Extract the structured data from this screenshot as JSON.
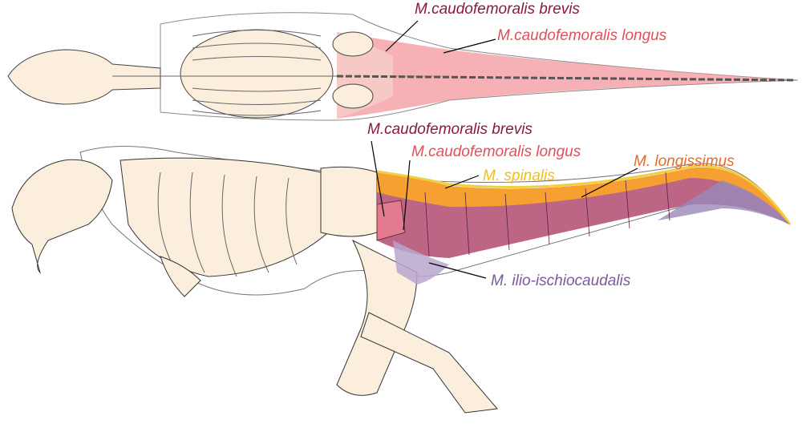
{
  "top_view": {
    "labels": {
      "brevis": "M.caudofemoralis brevis",
      "longus": "M.caudofemoralis longus"
    }
  },
  "side_view": {
    "labels": {
      "brevis": "M.caudofemoralis brevis",
      "longus": "M.caudofemoralis longus",
      "spinalis": "M. spinalis",
      "longissimus": "M. longissimus",
      "ilio": "M. ilio-ischiocaudalis"
    }
  },
  "colors": {
    "brevis": "#8b1a3a",
    "longus": "#e0505a",
    "spinalis": "#f0c020",
    "longissimus": "#e8692a",
    "ilio": "#7a5a9a",
    "bone": "#fbeedd"
  }
}
